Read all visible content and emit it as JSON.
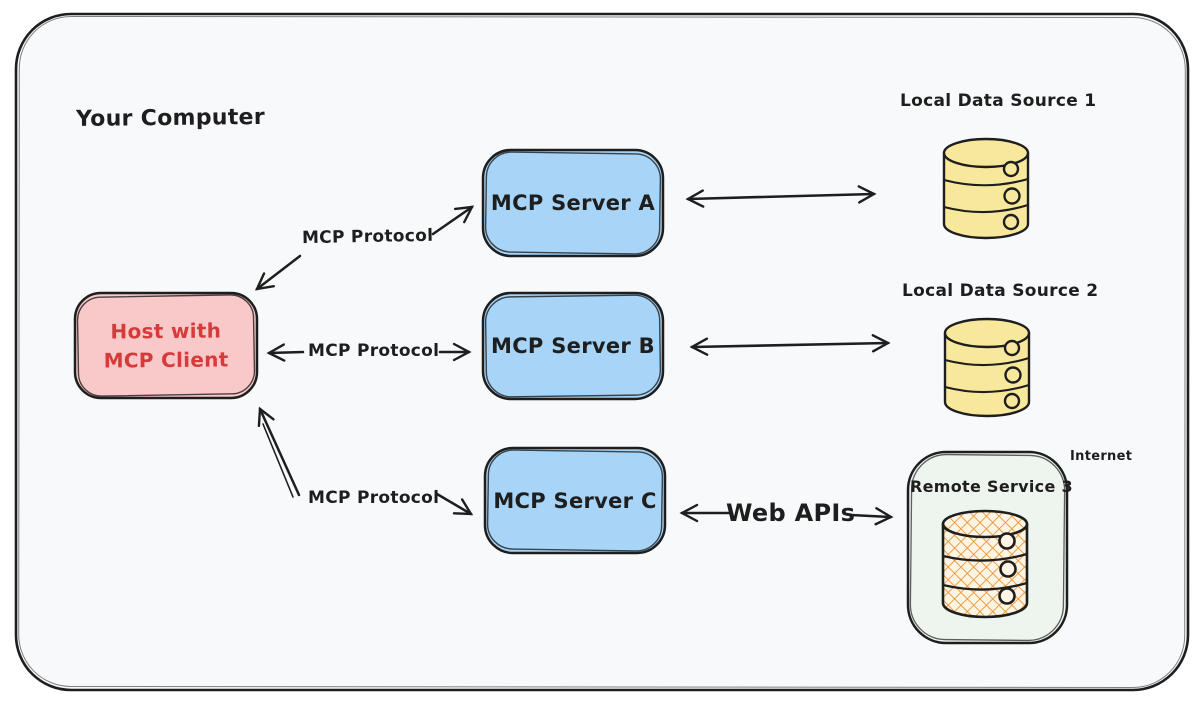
{
  "title": "Your Computer",
  "host": {
    "line1": "Host with",
    "line2": "MCP Client"
  },
  "servers": [
    {
      "label": "MCP Server A"
    },
    {
      "label": "MCP Server B"
    },
    {
      "label": "MCP Server C"
    }
  ],
  "connections": {
    "protocol1": "MCP Protocol",
    "protocol2": "MCP Protocol",
    "protocol3": "MCP Protocol",
    "web_apis": "Web APIs"
  },
  "data_sources": [
    {
      "label": "Local Data Source 1"
    },
    {
      "label": "Local Data Source 2"
    }
  ],
  "remote_service": {
    "label": "Remote Service 3"
  },
  "internet_label": "Internet",
  "colors": {
    "stroke": "#1e1e1e",
    "canvas_fill": "#f8f9fb",
    "host_fill": "#f9c8c8",
    "host_text": "#d63b3b",
    "server_fill": "#a7d4f7",
    "database_fill": "#f8e89c",
    "remote_fill": "#eef4ee",
    "hatch_orange": "#e8932f"
  }
}
